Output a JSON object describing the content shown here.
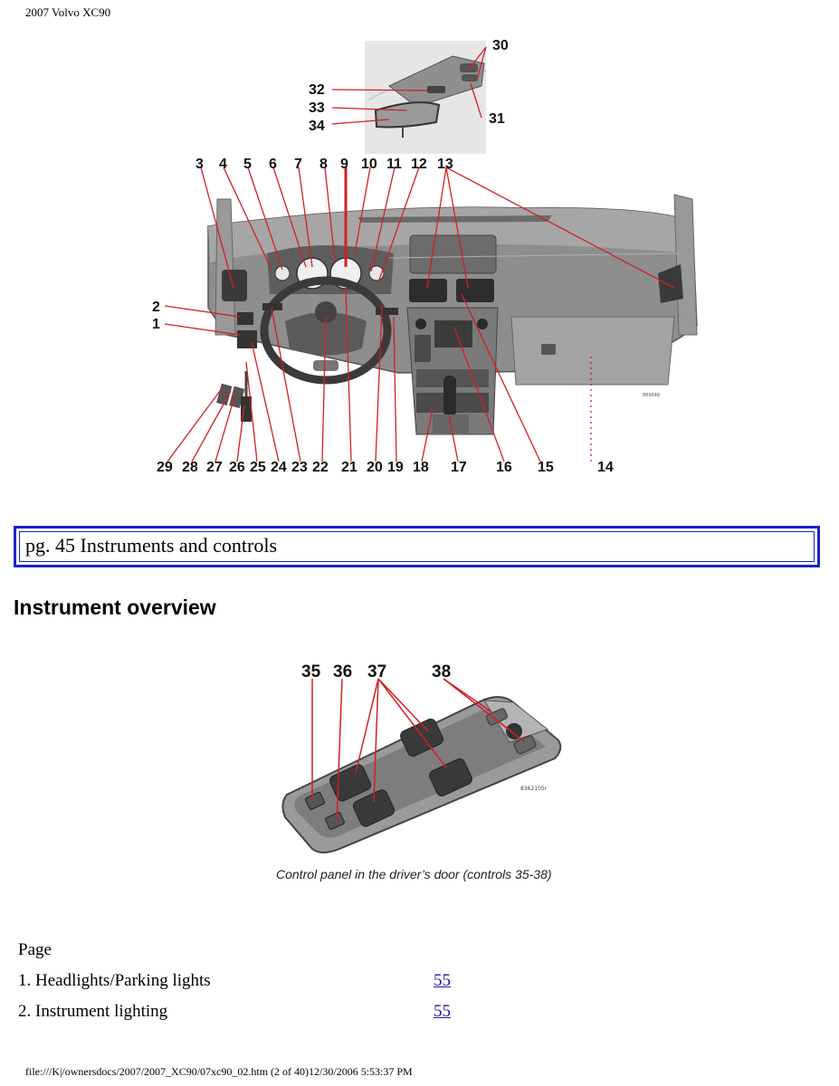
{
  "document_title": "2007 Volvo XC90",
  "figure_top": {
    "callouts": [
      "1",
      "2",
      "3",
      "4",
      "5",
      "6",
      "7",
      "8",
      "9",
      "10",
      "11",
      "12",
      "13",
      "14",
      "15",
      "16",
      "17",
      "18",
      "19",
      "20",
      "21",
      "22",
      "23",
      "24",
      "25",
      "26",
      "27",
      "28",
      "29",
      "30",
      "31",
      "32",
      "33",
      "34"
    ],
    "image_code": "889648"
  },
  "page_heading": "pg. 45 Instruments and controls",
  "section_heading": "Instrument overview",
  "figure_door": {
    "callouts": [
      "35",
      "36",
      "37",
      "38"
    ],
    "image_code": "8362105r",
    "caption": "Control panel in the driver’s door (controls 35-38)"
  },
  "toc": {
    "header": "Page",
    "items": [
      {
        "label": "1. Headlights/Parking lights",
        "page": "55"
      },
      {
        "label": "2. Instrument lighting",
        "page": "55"
      }
    ]
  },
  "footer": "file:///K|/ownersdocs/2007/2007_XC90/07xc90_02.htm (2 of 40)12/30/2006 5:53:37 PM",
  "colors": {
    "callout_line": "#d42020",
    "frame_blue": "#1a22c8",
    "link_blue": "#1a1aa6",
    "dash_gray": "#8c8c8c"
  }
}
